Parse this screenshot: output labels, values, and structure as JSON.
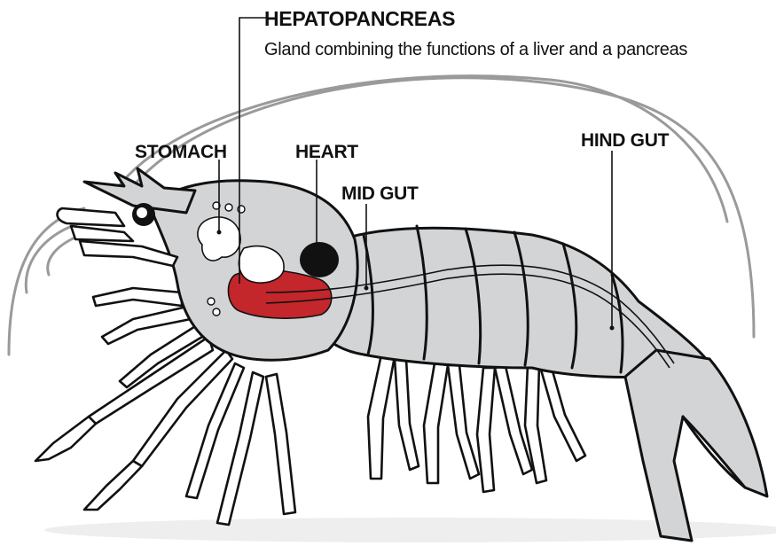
{
  "labels": {
    "hepatopancreas": "HEPATOPANCREAS",
    "hepatopancreas_desc": "Gland combining the functions of a liver and a pancreas",
    "stomach": "STOMACH",
    "heart": "HEART",
    "mid_gut": "MID GUT",
    "hind_gut": "HIND GUT"
  },
  "colors": {
    "hepatopancreas": "#c3262b",
    "body": "#d2d4d6",
    "outline": "#111111",
    "antenna": "#9a9a9a"
  }
}
